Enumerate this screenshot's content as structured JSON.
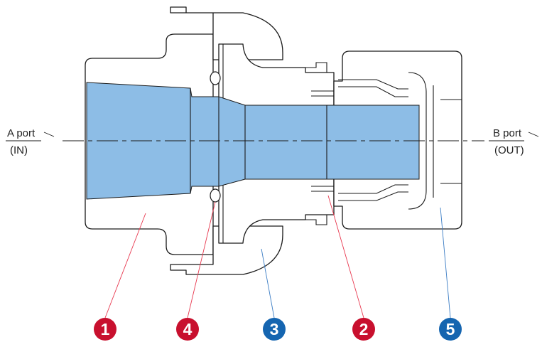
{
  "ports": {
    "a_port": "A port",
    "a_port_sub": "(IN)",
    "b_port": "B port",
    "b_port_sub": "(OUT)"
  },
  "callouts": [
    {
      "number": "1",
      "color": "#c8102e"
    },
    {
      "number": "4",
      "color": "#c8102e"
    },
    {
      "number": "3",
      "color": "#1565b0"
    },
    {
      "number": "2",
      "color": "#c8102e"
    },
    {
      "number": "5",
      "color": "#1565b0"
    }
  ],
  "colors": {
    "flow_path": "#8dbde6",
    "leader_red": "#e8384f",
    "leader_blue": "#3a7cc4",
    "outline": "#1a1a1a"
  }
}
